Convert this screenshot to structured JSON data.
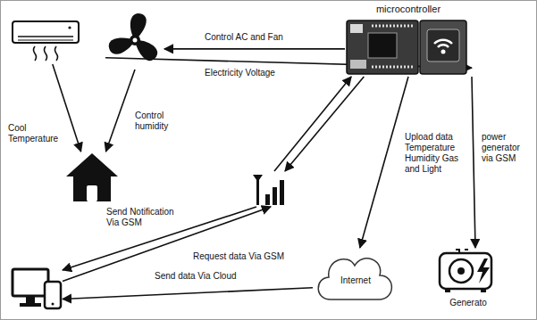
{
  "diagram": {
    "nodes": [
      {
        "text": []
      },
      {
        "text": []
      },
      {
        "text": [
          "microcontroller"
        ]
      },
      {
        "text": []
      },
      {
        "text": []
      },
      {
        "text": []
      },
      {
        "text": [
          "Internet"
        ]
      },
      {
        "text": [
          "Generato"
        ]
      }
    ],
    "edges": [
      {
        "from": 2,
        "to": 1,
        "label": "Control AC and Fan",
        "arrow": "to"
      },
      {
        "from": 1,
        "to": 2,
        "label": "Electricity Voltage",
        "arrow": "to"
      },
      {
        "from": 0,
        "to": 3,
        "label": "Cool Temperature",
        "arrow": "to"
      },
      {
        "from": 1,
        "to": 3,
        "label": "Control humidity",
        "arrow": "to"
      },
      {
        "from": 2,
        "to": 4,
        "arrow": "to"
      },
      {
        "from": 4,
        "to": 2,
        "arrow": "to"
      },
      {
        "from": 4,
        "to": 5,
        "label": "Send Notification Via GSM",
        "arrow": "to"
      },
      {
        "from": 5,
        "to": 4,
        "label": "Request data Via GSM",
        "arrow": "to"
      },
      {
        "from": 2,
        "to": 6,
        "label": "Upload data Temperature Humidity Gas and Light",
        "arrow": "to"
      },
      {
        "from": 2,
        "to": 7,
        "label": "power generator via GSM",
        "arrow": "to"
      },
      {
        "from": 6,
        "to": 5,
        "label": "Send data Via Cloud",
        "arrow": "to"
      }
    ]
  }
}
